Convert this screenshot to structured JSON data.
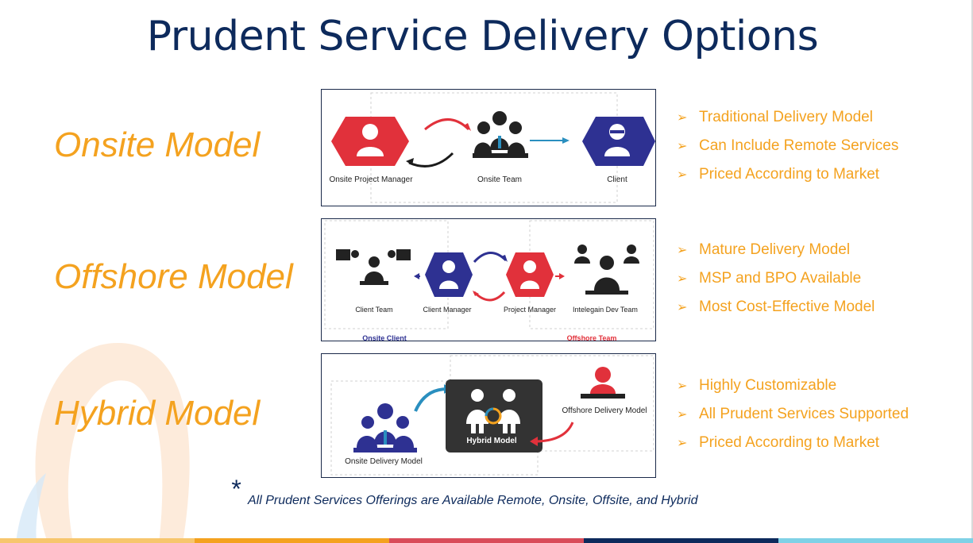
{
  "slide": {
    "title": "Prudent Service Delivery Options",
    "footnote": "All Prudent Services Offerings are Available Remote, Onsite, Offsite, and Hybrid",
    "footnote_mark": "*"
  },
  "models": [
    {
      "label": "Onsite Model",
      "bullets": [
        "Traditional Delivery Model",
        "Can Include Remote Services",
        "Priced According to Market"
      ],
      "diagram": {
        "captions": [
          "Onsite Project  Manager",
          "Onsite Team",
          "Client"
        ]
      }
    },
    {
      "label": "Offshore Model",
      "bullets": [
        "Mature Delivery Model",
        "MSP and BPO Available",
        "Most Cost-Effective Model"
      ],
      "diagram": {
        "captions": [
          "Client Team",
          "Client Manager",
          "Project Manager",
          "Intelegain Dev Team"
        ],
        "groups": [
          "Onsite Client",
          "Offshore Team"
        ]
      }
    },
    {
      "label": "Hybrid Model",
      "bullets": [
        "Highly Customizable",
        "All Prudent Services Supported",
        "Priced According to Market"
      ],
      "diagram": {
        "captions": [
          "Onsite Delivery Model",
          "Hybrid Model",
          "Offshore Delivery Model"
        ]
      }
    }
  ],
  "icons": {
    "bullet": "arrowhead-bullet-icon",
    "people": "person-icon",
    "team": "team-icon"
  },
  "colors": {
    "title": "#0d2a5c",
    "accent_orange": "#f4a21f",
    "red": "#e1313b",
    "navy": "#2e3192",
    "dark": "#222222",
    "teal": "#2a8fbf"
  }
}
